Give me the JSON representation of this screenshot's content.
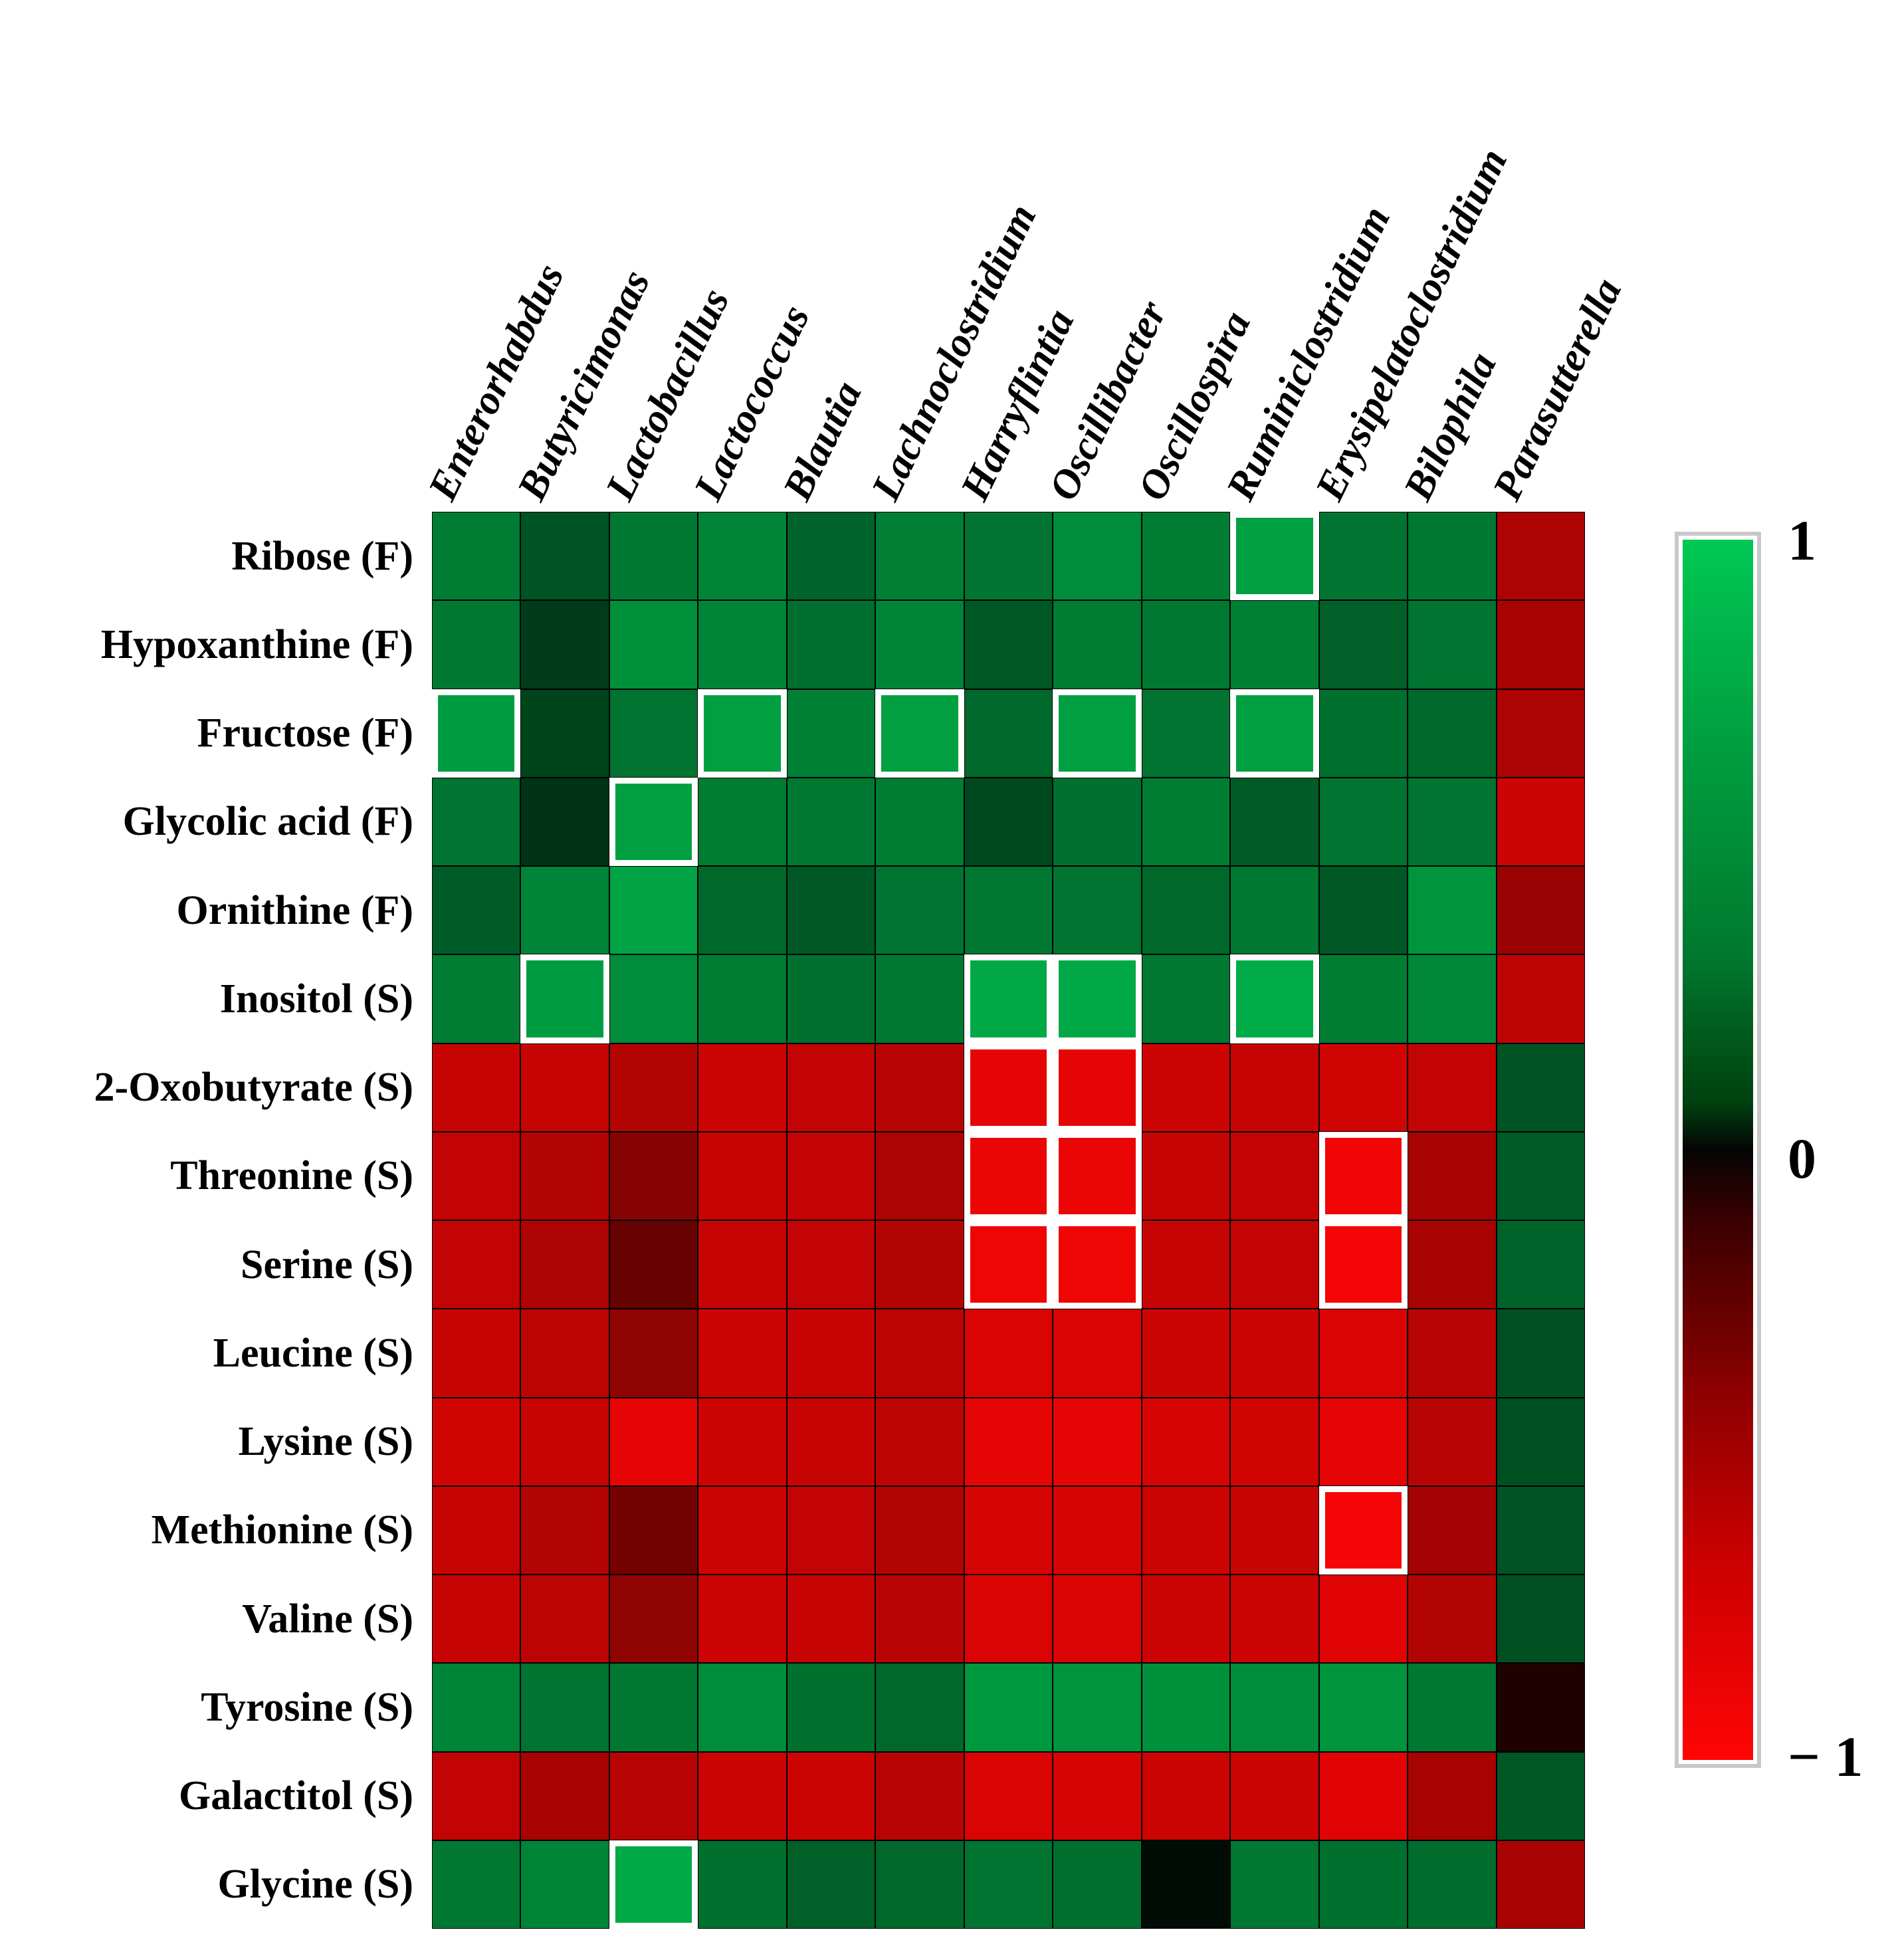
{
  "chart_data": {
    "type": "heatmap",
    "title": "",
    "xlabel": "",
    "ylabel": "",
    "grid": true,
    "legend_position": "right",
    "colorbar": {
      "label": "",
      "ticks": [
        "1",
        "0",
        "− 1"
      ],
      "range": [
        -1,
        1
      ],
      "colors": {
        "high": "#00c853",
        "mid": "#000000",
        "low": "#ff0505"
      }
    },
    "categories": [
      "Enterorhabdus",
      "Butyricimonas",
      "Lactobacillus",
      "Lactococcus",
      "Blautia",
      "Lachnoclostridium",
      "Harryflintia",
      "Oscillibacter",
      "Oscillospira",
      "Ruminiclostridium",
      "Erysipelatoclostridium",
      "Bilophila",
      "Parasutterella"
    ],
    "rows": [
      "Ribose (F)",
      "Hypoxanthine (F)",
      "Fructose (F)",
      "Glycolic acid (F)",
      "Ornithine (F)",
      "Inositol (S)",
      "2-Oxobutyrate (S)",
      "Threonine (S)",
      "Serine (S)",
      "Leucine (S)",
      "Lysine (S)",
      "Methionine (S)",
      "Valine (S)",
      "Tyrosine (S)",
      "Galactitol (S)",
      "Glycine (S)"
    ],
    "values": [
      [
        0.62,
        0.42,
        0.6,
        0.66,
        0.5,
        0.63,
        0.58,
        0.7,
        0.62,
        0.8,
        0.58,
        0.6,
        -0.68
      ],
      [
        0.6,
        0.3,
        0.72,
        0.66,
        0.55,
        0.66,
        0.44,
        0.62,
        0.6,
        0.64,
        0.48,
        0.58,
        -0.66
      ],
      [
        0.78,
        0.34,
        0.58,
        0.8,
        0.64,
        0.8,
        0.52,
        0.8,
        0.58,
        0.8,
        0.56,
        0.52,
        -0.68
      ],
      [
        0.58,
        0.25,
        0.8,
        0.62,
        0.6,
        0.62,
        0.36,
        0.56,
        0.62,
        0.46,
        0.58,
        0.58,
        -0.8
      ],
      [
        0.46,
        0.66,
        0.82,
        0.52,
        0.44,
        0.58,
        0.6,
        0.58,
        0.52,
        0.6,
        0.44,
        0.74,
        -0.6
      ],
      [
        0.62,
        0.78,
        0.7,
        0.62,
        0.56,
        0.6,
        0.84,
        0.84,
        0.6,
        0.86,
        0.62,
        0.68,
        -0.74
      ],
      [
        -0.78,
        -0.78,
        -0.7,
        -0.8,
        -0.76,
        -0.72,
        -0.9,
        -0.9,
        -0.8,
        -0.78,
        -0.82,
        -0.76,
        0.42
      ],
      [
        -0.76,
        -0.7,
        -0.52,
        -0.78,
        -0.76,
        -0.68,
        -0.92,
        -0.92,
        -0.78,
        -0.76,
        -0.95,
        -0.66,
        0.46
      ],
      [
        -0.76,
        -0.68,
        -0.4,
        -0.78,
        -0.76,
        -0.7,
        -0.94,
        -0.94,
        -0.78,
        -0.76,
        -0.96,
        -0.66,
        0.5
      ],
      [
        -0.78,
        -0.74,
        -0.56,
        -0.8,
        -0.78,
        -0.74,
        -0.86,
        -0.86,
        -0.8,
        -0.8,
        -0.86,
        -0.72,
        0.4
      ],
      [
        -0.82,
        -0.78,
        -0.9,
        -0.8,
        -0.78,
        -0.74,
        -0.9,
        -0.9,
        -0.84,
        -0.82,
        -0.9,
        -0.72,
        0.4
      ],
      [
        -0.78,
        -0.7,
        -0.46,
        -0.8,
        -0.76,
        -0.7,
        -0.84,
        -0.84,
        -0.8,
        -0.78,
        -0.96,
        -0.64,
        0.42
      ],
      [
        -0.78,
        -0.74,
        -0.56,
        -0.8,
        -0.78,
        -0.72,
        -0.86,
        -0.86,
        -0.8,
        -0.8,
        -0.88,
        -0.7,
        0.4
      ],
      [
        0.66,
        0.58,
        0.6,
        0.7,
        0.56,
        0.52,
        0.76,
        0.74,
        0.72,
        0.7,
        0.74,
        0.6,
        -0.12
      ],
      [
        -0.76,
        -0.66,
        -0.72,
        -0.8,
        -0.8,
        -0.72,
        -0.86,
        -0.84,
        -0.8,
        -0.8,
        -0.88,
        -0.66,
        0.44
      ],
      [
        0.6,
        0.66,
        0.84,
        0.56,
        0.48,
        0.52,
        0.58,
        0.56,
        0.06,
        0.6,
        0.56,
        0.54,
        -0.66
      ]
    ],
    "highlighted_cells": [
      [
        0,
        9
      ],
      [
        2,
        0
      ],
      [
        2,
        3
      ],
      [
        2,
        5
      ],
      [
        2,
        7
      ],
      [
        2,
        9
      ],
      [
        3,
        2
      ],
      [
        5,
        1
      ],
      [
        5,
        6
      ],
      [
        5,
        7
      ],
      [
        5,
        9
      ],
      [
        6,
        6
      ],
      [
        6,
        7
      ],
      [
        7,
        6
      ],
      [
        7,
        7
      ],
      [
        7,
        10
      ],
      [
        8,
        6
      ],
      [
        8,
        7
      ],
      [
        8,
        10
      ],
      [
        11,
        10
      ],
      [
        15,
        2
      ]
    ]
  }
}
